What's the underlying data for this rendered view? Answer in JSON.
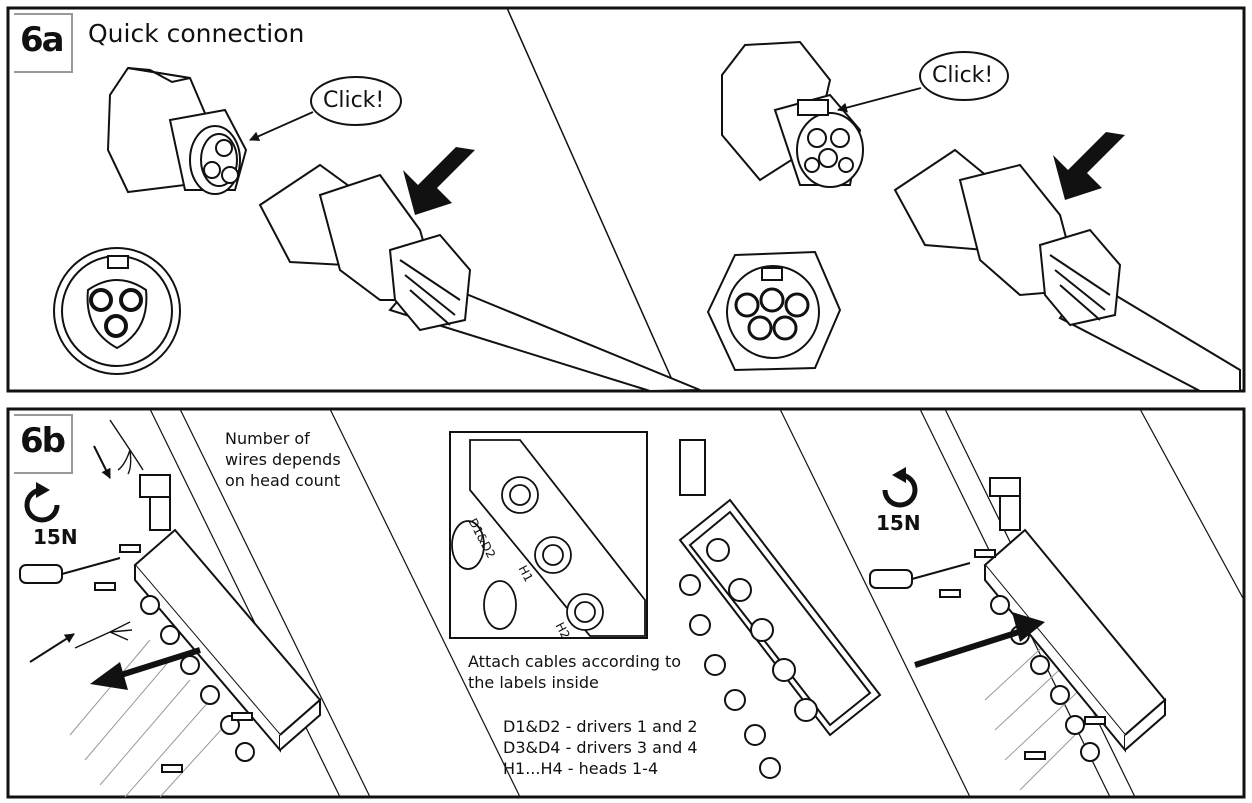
{
  "panel_a": {
    "step": "6a",
    "title": "Quick connection",
    "click_left": "Click!",
    "click_right": "Click!"
  },
  "panel_b": {
    "step": "6b",
    "wires_note": [
      "Number of",
      "wires depends",
      "on head count"
    ],
    "torque_left": "15N",
    "torque_right": "15N",
    "inset_labels": [
      "D1&D2",
      "H1",
      "H2"
    ],
    "attach_note": [
      "Attach cables according to",
      "the labels inside"
    ],
    "legend": [
      "D1&D2 - drivers 1 and 2",
      "D3&D4 - drivers 3 and 4",
      "H1...H4 - heads 1-4"
    ]
  }
}
